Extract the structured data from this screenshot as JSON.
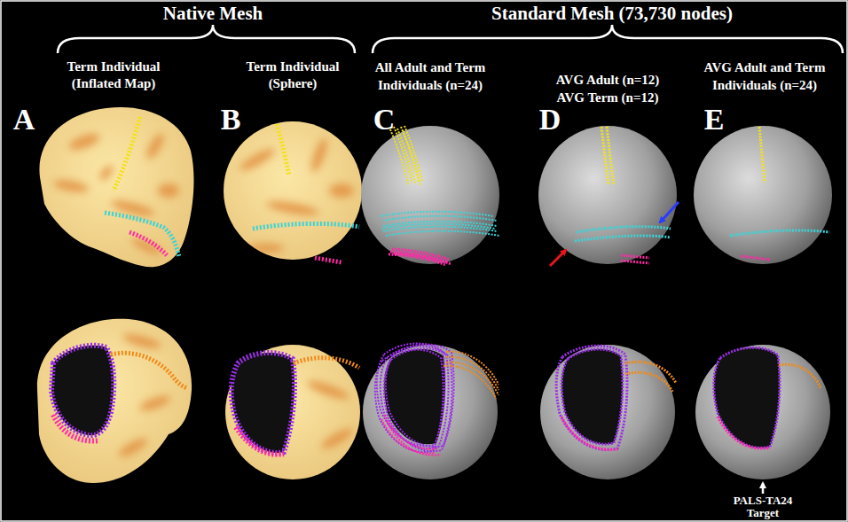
{
  "diagram": {
    "labels": [
      "Native Mesh",
      "Standard Mesh (73,730 nodes)",
      "Term Individual (Inflated Map)",
      "Term Individual (Sphere)",
      "All Adult and Term Individuals (n=24)",
      "AVG Adult (n=12) AVG Term (n=12)",
      "AVG Adult and Term Individuals (n=24)",
      "A",
      "B",
      "C",
      "D",
      "E",
      "PALS-TA24 Target"
    ]
  }
}
